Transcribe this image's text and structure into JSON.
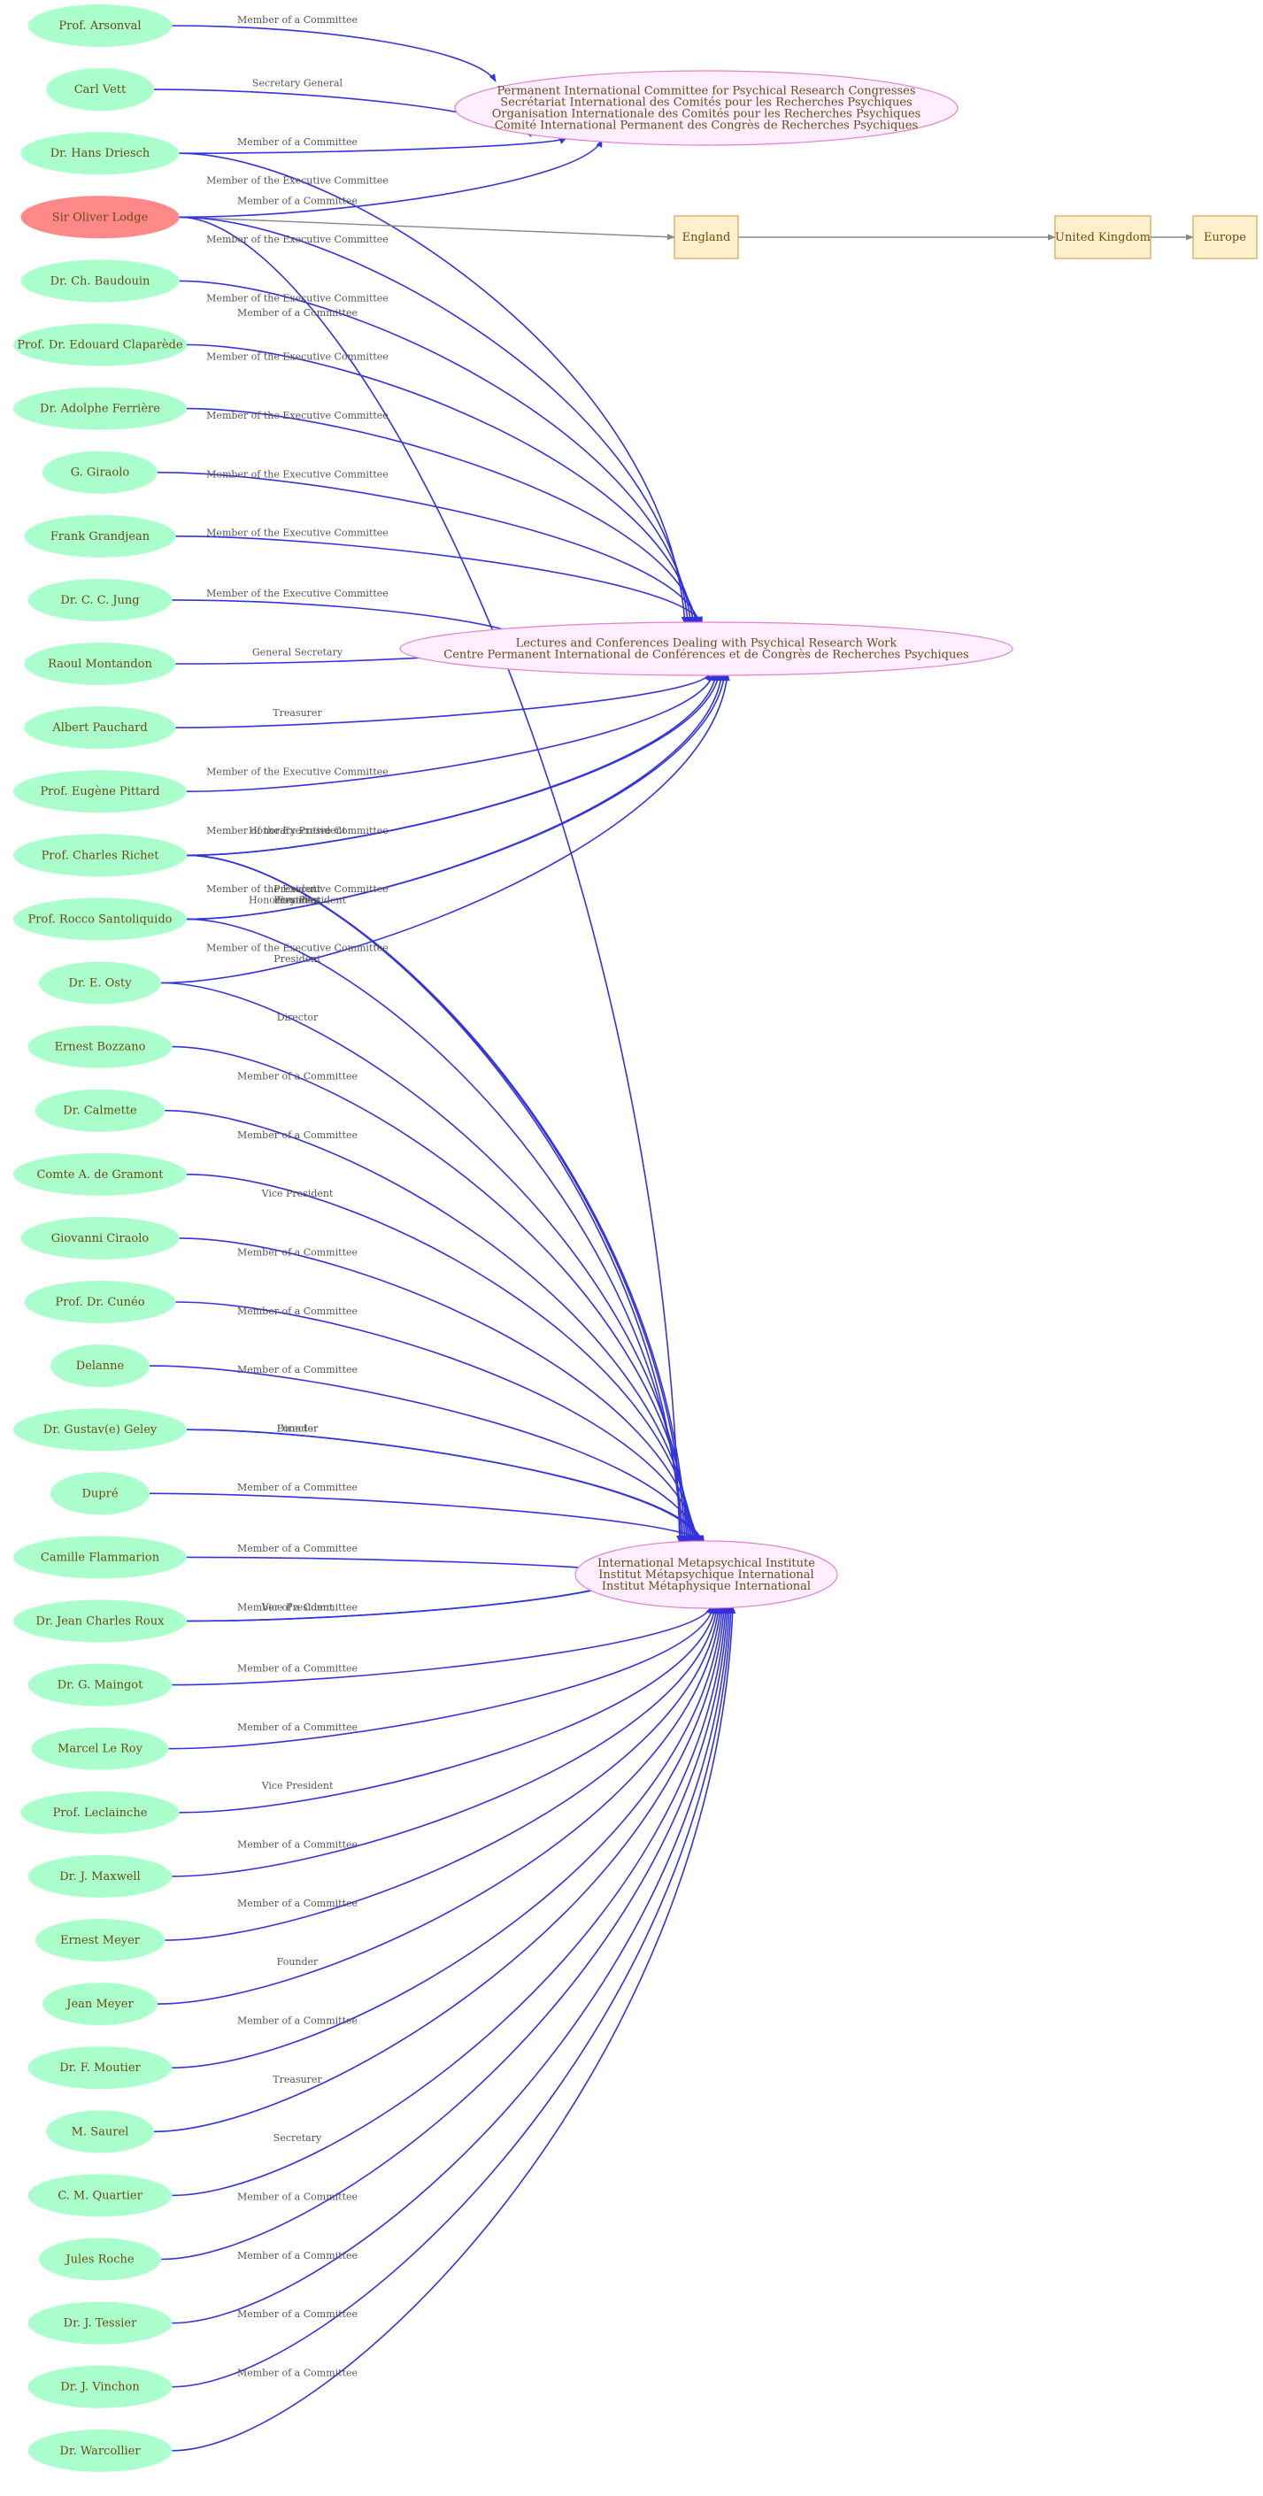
{
  "colors": {
    "person_fill": "#aaffcc",
    "highlight_fill": "#ff8888",
    "org_fill": "#ffeeff",
    "org_stroke": "#e07fd0",
    "place_fill": "#fff0cc",
    "place_stroke": "#d8a050",
    "edge": "#3333dd",
    "geo_edge": "#888888"
  },
  "nodes": {
    "pic": {
      "kind": "org",
      "lines": [
        "Permanent International Committee for Psychical Research Congresses",
        "Secrétariat International des Comités pour les Recherches Psychiques",
        "Organisation Internationale des Comités pour les Recherches Psychiques",
        "Comité International Permanent des Congrès de Recherches Psychiques"
      ]
    },
    "lec": {
      "kind": "org",
      "lines": [
        "Lectures and Conferences Dealing with Psychical Research Work",
        "Centre Permanent International de Conférences et de Congrès de Recherches Psychiques"
      ]
    },
    "imi": {
      "kind": "org",
      "lines": [
        "International Metapsychical Institute",
        "Institut Métapsychique International",
        "Institut Métaphysique  International"
      ]
    },
    "england": {
      "kind": "place",
      "label": "England"
    },
    "uk": {
      "kind": "place",
      "label": "United Kingdom"
    },
    "europe": {
      "kind": "place",
      "label": "Europe"
    },
    "arsonval": {
      "kind": "person",
      "label": "Prof. Arsonval"
    },
    "vett": {
      "kind": "person",
      "label": "Carl Vett"
    },
    "driesch": {
      "kind": "person",
      "label": "Dr. Hans Driesch"
    },
    "lodge": {
      "kind": "highlight",
      "label": "Sir Oliver Lodge"
    },
    "baudouin": {
      "kind": "person",
      "label": "Dr. Ch. Baudouin"
    },
    "claparede": {
      "kind": "person",
      "label": "Prof. Dr. Edouard Claparède"
    },
    "ferriere": {
      "kind": "person",
      "label": "Dr.  Adolphe Ferrière"
    },
    "giraolo": {
      "kind": "person",
      "label": "G. Giraolo"
    },
    "grandjean": {
      "kind": "person",
      "label": "Frank Grandjean"
    },
    "jung": {
      "kind": "person",
      "label": "Dr. C. C. Jung"
    },
    "montandon": {
      "kind": "person",
      "label": "Raoul Montandon"
    },
    "pauchard": {
      "kind": "person",
      "label": "Albert Pauchard"
    },
    "pittard": {
      "kind": "person",
      "label": "Prof. Eugène Pittard"
    },
    "richet": {
      "kind": "person",
      "label": "Prof. Charles Richet"
    },
    "santoliquido": {
      "kind": "person",
      "label": "Prof. Rocco Santoliquido"
    },
    "osty": {
      "kind": "person",
      "label": "Dr. E. Osty"
    },
    "bozzano": {
      "kind": "person",
      "label": "Ernest Bozzano"
    },
    "calmette": {
      "kind": "person",
      "label": "Dr. Calmette"
    },
    "gramont": {
      "kind": "person",
      "label": "Comte  A.  de Gramont"
    },
    "ciraolo": {
      "kind": "person",
      "label": "Giovanni Ciraolo"
    },
    "cuneo": {
      "kind": "person",
      "label": "Prof. Dr. Cunéo"
    },
    "delanne": {
      "kind": "person",
      "label": "Delanne"
    },
    "geley": {
      "kind": "person",
      "label": "Dr. Gustav(e) Geley"
    },
    "dupre": {
      "kind": "person",
      "label": "Dupré"
    },
    "flammarion": {
      "kind": "person",
      "label": "Camille Flammarion"
    },
    "roux": {
      "kind": "person",
      "label": "Dr. Jean Charles Roux"
    },
    "maingot": {
      "kind": "person",
      "label": "Dr. G. Maingot"
    },
    "leroy": {
      "kind": "person",
      "label": "Marcel Le Roy"
    },
    "leclainche": {
      "kind": "person",
      "label": "Prof. Leclainche"
    },
    "maxwell": {
      "kind": "person",
      "label": "Dr. J. Maxwell"
    },
    "emeyer": {
      "kind": "person",
      "label": "Ernest Meyer"
    },
    "jmeyer": {
      "kind": "person",
      "label": "Jean Meyer"
    },
    "moutier": {
      "kind": "person",
      "label": "Dr. F. Moutier"
    },
    "saurel": {
      "kind": "person",
      "label": "M. Saurel"
    },
    "quartier": {
      "kind": "person",
      "label": "C. M. Quartier"
    },
    "roche": {
      "kind": "person",
      "label": "Jules Roche"
    },
    "tessier": {
      "kind": "person",
      "label": "Dr. J. Tessier"
    },
    "vinchon": {
      "kind": "person",
      "label": "Dr. J. Vinchon"
    },
    "warcollier": {
      "kind": "person",
      "label": "Dr. Warcollier"
    }
  },
  "edges": [
    {
      "from": "arsonval",
      "to": "pic",
      "label": "Member of a Committee"
    },
    {
      "from": "vett",
      "to": "pic",
      "label": "Secretary General"
    },
    {
      "from": "driesch",
      "to": "pic",
      "label": "Member of a Committee"
    },
    {
      "from": "driesch",
      "to": "lec",
      "label": "Member of the Executive Committee"
    },
    {
      "from": "lodge",
      "to": "pic",
      "label": "Member of a Committee"
    },
    {
      "from": "lodge",
      "to": "england",
      "label": ""
    },
    {
      "from": "england",
      "to": "uk",
      "label": ""
    },
    {
      "from": "uk",
      "to": "europe",
      "label": ""
    },
    {
      "from": "lodge",
      "to": "lec",
      "label": "Member of the Executive Committee"
    },
    {
      "from": "lodge",
      "to": "imi",
      "label": "Member of a Committee"
    },
    {
      "from": "baudouin",
      "to": "lec",
      "label": "Member of the Executive Committee"
    },
    {
      "from": "claparede",
      "to": "lec",
      "label": "Member of the Executive Committee"
    },
    {
      "from": "ferriere",
      "to": "lec",
      "label": "Member of the Executive Committee"
    },
    {
      "from": "giraolo",
      "to": "lec",
      "label": "Member of the Executive Committee"
    },
    {
      "from": "grandjean",
      "to": "lec",
      "label": "Member of the Executive Committee"
    },
    {
      "from": "jung",
      "to": "lec",
      "label": "Member of the Executive Committee"
    },
    {
      "from": "montandon",
      "to": "lec",
      "label": "General Secretary"
    },
    {
      "from": "pauchard",
      "to": "lec",
      "label": "Treasurer"
    },
    {
      "from": "pittard",
      "to": "lec",
      "label": "Member of the Executive Committee"
    },
    {
      "from": "richet",
      "to": "lec",
      "label": "Member of the Executive Committee"
    },
    {
      "from": "richet",
      "to": "lec",
      "label": "Honorary President"
    },
    {
      "from": "richet",
      "to": "imi",
      "label": "Honorary President"
    },
    {
      "from": "santoliquido",
      "to": "lec",
      "label": "President"
    },
    {
      "from": "santoliquido",
      "to": "lec",
      "label": "Member of the Executive Committee"
    },
    {
      "from": "osty",
      "to": "lec",
      "label": "Member of the Executive Committee"
    },
    {
      "from": "santoliquido",
      "to": "imi",
      "label": "President"
    },
    {
      "from": "richet",
      "to": "imi",
      "label": "Founder"
    },
    {
      "from": "richet",
      "to": "imi",
      "label": "President"
    },
    {
      "from": "osty",
      "to": "imi",
      "label": "Director"
    },
    {
      "from": "bozzano",
      "to": "imi",
      "label": "Member of a Committee"
    },
    {
      "from": "calmette",
      "to": "imi",
      "label": "Member of a Committee"
    },
    {
      "from": "gramont",
      "to": "imi",
      "label": "Vice President"
    },
    {
      "from": "ciraolo",
      "to": "imi",
      "label": "Member of a Committee"
    },
    {
      "from": "cuneo",
      "to": "imi",
      "label": "Member of a Committee"
    },
    {
      "from": "delanne",
      "to": "imi",
      "label": "Member of a Committee"
    },
    {
      "from": "geley",
      "to": "imi",
      "label": "Founder"
    },
    {
      "from": "geley",
      "to": "imi",
      "label": "Director"
    },
    {
      "from": "dupre",
      "to": "imi",
      "label": "Member of a Committee"
    },
    {
      "from": "flammarion",
      "to": "imi",
      "label": "Member of a Committee"
    },
    {
      "from": "roux",
      "to": "imi",
      "label": "Vice President"
    },
    {
      "from": "roux",
      "to": "imi",
      "label": "Member of a Committee"
    },
    {
      "from": "maingot",
      "to": "imi",
      "label": "Member of a Committee"
    },
    {
      "from": "leroy",
      "to": "imi",
      "label": "Member of a Committee"
    },
    {
      "from": "leclainche",
      "to": "imi",
      "label": "Vice President"
    },
    {
      "from": "maxwell",
      "to": "imi",
      "label": "Member of a Committee"
    },
    {
      "from": "emeyer",
      "to": "imi",
      "label": "Member of a Committee"
    },
    {
      "from": "jmeyer",
      "to": "imi",
      "label": "Founder"
    },
    {
      "from": "moutier",
      "to": "imi",
      "label": "Member of a Committee"
    },
    {
      "from": "saurel",
      "to": "imi",
      "label": "Treasurer"
    },
    {
      "from": "quartier",
      "to": "imi",
      "label": "Secretary"
    },
    {
      "from": "roche",
      "to": "imi",
      "label": "Member of a Committee"
    },
    {
      "from": "tessier",
      "to": "imi",
      "label": "Member of a Committee"
    },
    {
      "from": "vinchon",
      "to": "imi",
      "label": "Member of a Committee"
    },
    {
      "from": "warcollier",
      "to": "imi",
      "label": "Member of a Committee"
    }
  ]
}
